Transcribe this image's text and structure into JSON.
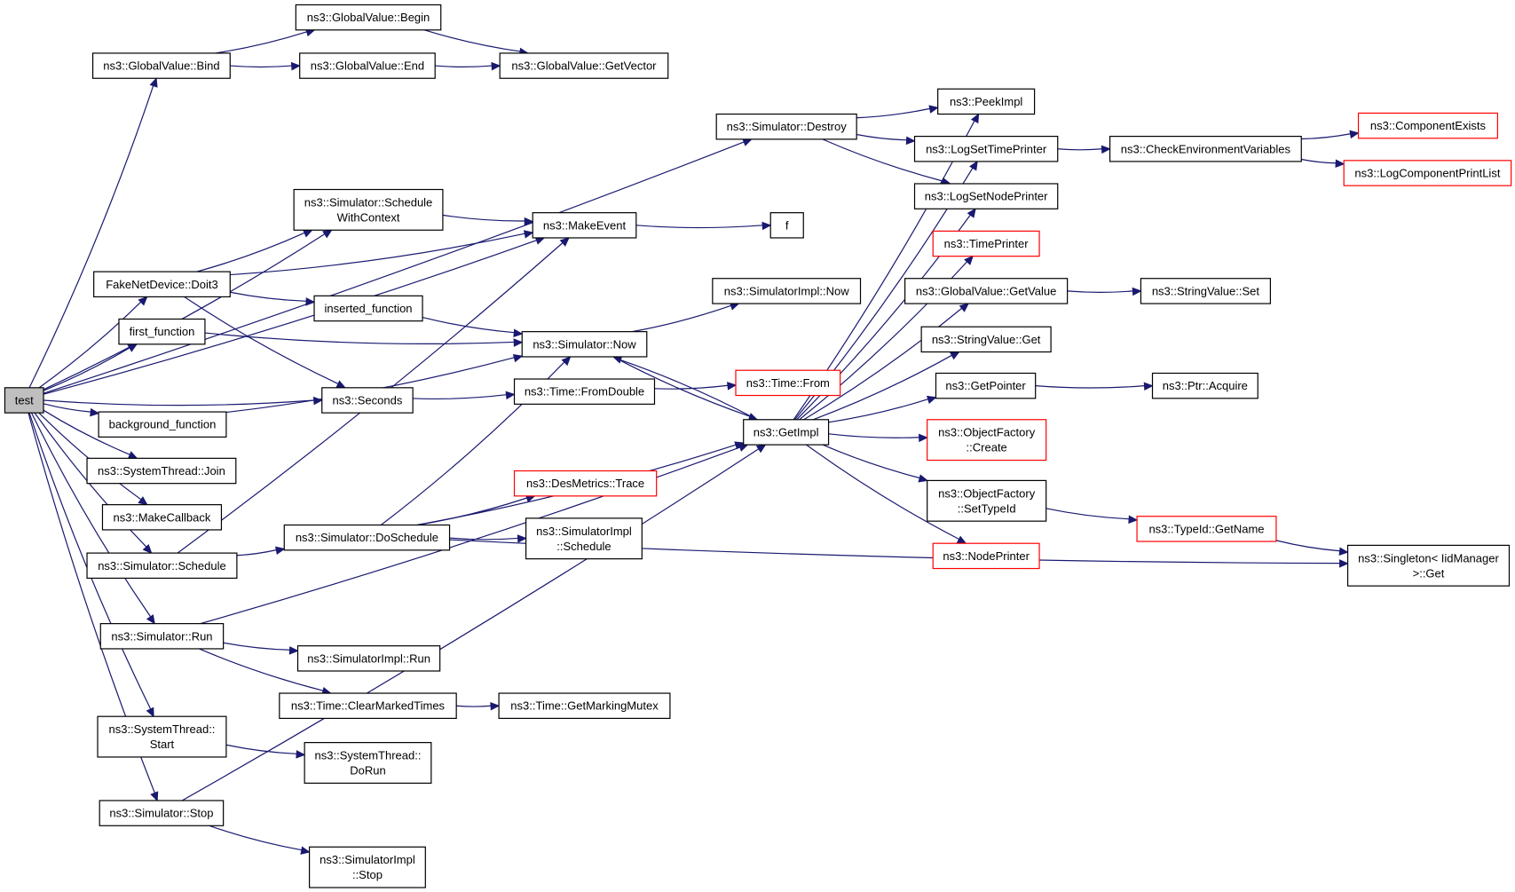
{
  "nodes": [
    {
      "id": "test",
      "lines": [
        "test"
      ],
      "root": true
    },
    {
      "id": "gv_bind",
      "lines": [
        "ns3::GlobalValue::Bind"
      ]
    },
    {
      "id": "gv_begin",
      "lines": [
        "ns3::GlobalValue::Begin"
      ]
    },
    {
      "id": "gv_end",
      "lines": [
        "ns3::GlobalValue::End"
      ]
    },
    {
      "id": "gv_getvector",
      "lines": [
        "ns3::GlobalValue::GetVector"
      ]
    },
    {
      "id": "sim_destroy",
      "lines": [
        "ns3::Simulator::Destroy"
      ]
    },
    {
      "id": "peekimpl",
      "lines": [
        "ns3::PeekImpl"
      ]
    },
    {
      "id": "logsettimeprinter",
      "lines": [
        "ns3::LogSetTimePrinter"
      ]
    },
    {
      "id": "checkenv",
      "lines": [
        "ns3::CheckEnvironmentVariables"
      ]
    },
    {
      "id": "compexists",
      "lines": [
        "ns3::ComponentExists"
      ],
      "red": true
    },
    {
      "id": "logcompprint",
      "lines": [
        "ns3::LogComponentPrintList"
      ],
      "red": true
    },
    {
      "id": "logsetnodeprinter",
      "lines": [
        "ns3::LogSetNodePrinter"
      ]
    },
    {
      "id": "sim_swc",
      "lines": [
        "ns3::Simulator::Schedule",
        "WithContext"
      ]
    },
    {
      "id": "makeevent",
      "lines": [
        "ns3::MakeEvent"
      ]
    },
    {
      "id": "f",
      "lines": [
        "f"
      ]
    },
    {
      "id": "timeprinter",
      "lines": [
        "ns3::TimePrinter"
      ],
      "red": true
    },
    {
      "id": "fake_doit3",
      "lines": [
        "FakeNetDevice::Doit3"
      ]
    },
    {
      "id": "gv_getvalue",
      "lines": [
        "ns3::GlobalValue::GetValue"
      ]
    },
    {
      "id": "stringvalue_set",
      "lines": [
        "ns3::StringValue::Set"
      ]
    },
    {
      "id": "simimpl_now",
      "lines": [
        "ns3::SimulatorImpl::Now"
      ]
    },
    {
      "id": "inserted_function",
      "lines": [
        "inserted_function"
      ]
    },
    {
      "id": "first_function",
      "lines": [
        "first_function"
      ]
    },
    {
      "id": "sim_now",
      "lines": [
        "ns3::Simulator::Now"
      ]
    },
    {
      "id": "stringvalue_get",
      "lines": [
        "ns3::StringValue::Get"
      ]
    },
    {
      "id": "time_from",
      "lines": [
        "ns3::Time::From"
      ],
      "red": true
    },
    {
      "id": "getpointer",
      "lines": [
        "ns3::GetPointer"
      ]
    },
    {
      "id": "ptr_acquire",
      "lines": [
        "ns3::Ptr::Acquire"
      ]
    },
    {
      "id": "seconds",
      "lines": [
        "ns3::Seconds"
      ]
    },
    {
      "id": "time_fromdouble",
      "lines": [
        "ns3::Time::FromDouble"
      ]
    },
    {
      "id": "getimpl",
      "lines": [
        "ns3::GetImpl"
      ]
    },
    {
      "id": "background_function",
      "lines": [
        "background_function"
      ]
    },
    {
      "id": "of_create",
      "lines": [
        "ns3::ObjectFactory",
        "::Create"
      ],
      "red": true
    },
    {
      "id": "systhread_join",
      "lines": [
        "ns3::SystemThread::Join"
      ]
    },
    {
      "id": "desmetrics_trace",
      "lines": [
        "ns3::DesMetrics::Trace"
      ],
      "red": true
    },
    {
      "id": "of_settypeid",
      "lines": [
        "ns3::ObjectFactory",
        "::SetTypeId"
      ]
    },
    {
      "id": "makecallback",
      "lines": [
        "ns3::MakeCallback"
      ]
    },
    {
      "id": "simimpl_schedule",
      "lines": [
        "ns3::SimulatorImpl",
        "::Schedule"
      ]
    },
    {
      "id": "typeid_getname",
      "lines": [
        "ns3::TypeId::GetName"
      ],
      "red": true
    },
    {
      "id": "sim_doschedule",
      "lines": [
        "ns3::Simulator::DoSchedule"
      ]
    },
    {
      "id": "sim_schedule",
      "lines": [
        "ns3::Simulator::Schedule"
      ]
    },
    {
      "id": "nodeprinter",
      "lines": [
        "ns3::NodePrinter"
      ],
      "red": true
    },
    {
      "id": "singleton_get",
      "lines": [
        "ns3::Singleton< IidManager",
        ">::Get"
      ]
    },
    {
      "id": "sim_run",
      "lines": [
        "ns3::Simulator::Run"
      ]
    },
    {
      "id": "simimpl_run",
      "lines": [
        "ns3::SimulatorImpl::Run"
      ]
    },
    {
      "id": "time_clearmarked",
      "lines": [
        "ns3::Time::ClearMarkedTimes"
      ]
    },
    {
      "id": "time_getmarkingmutex",
      "lines": [
        "ns3::Time::GetMarkingMutex"
      ]
    },
    {
      "id": "systhread_start",
      "lines": [
        "ns3::SystemThread::",
        "Start"
      ]
    },
    {
      "id": "systhread_dorun",
      "lines": [
        "ns3::SystemThread::",
        "DoRun"
      ]
    },
    {
      "id": "sim_stop",
      "lines": [
        "ns3::Simulator::Stop"
      ]
    },
    {
      "id": "simimpl_stop",
      "lines": [
        "ns3::SimulatorImpl",
        "::Stop"
      ]
    }
  ],
  "edges": [
    [
      "test",
      "gv_bind"
    ],
    [
      "test",
      "sim_destroy"
    ],
    [
      "test",
      "makeevent"
    ],
    [
      "test",
      "sim_swc"
    ],
    [
      "test",
      "fake_doit3"
    ],
    [
      "test",
      "first_function"
    ],
    [
      "test",
      "seconds"
    ],
    [
      "test",
      "background_function"
    ],
    [
      "test",
      "systhread_join"
    ],
    [
      "test",
      "makecallback"
    ],
    [
      "test",
      "sim_schedule"
    ],
    [
      "test",
      "sim_run"
    ],
    [
      "test",
      "systhread_start"
    ],
    [
      "test",
      "sim_stop"
    ],
    [
      "gv_bind",
      "gv_begin"
    ],
    [
      "gv_bind",
      "gv_end"
    ],
    [
      "gv_begin",
      "gv_getvector"
    ],
    [
      "gv_end",
      "gv_getvector"
    ],
    [
      "sim_destroy",
      "peekimpl"
    ],
    [
      "sim_destroy",
      "logsettimeprinter"
    ],
    [
      "sim_destroy",
      "logsetnodeprinter"
    ],
    [
      "logsettimeprinter",
      "checkenv"
    ],
    [
      "checkenv",
      "compexists"
    ],
    [
      "checkenv",
      "logcompprint"
    ],
    [
      "sim_swc",
      "makeevent"
    ],
    [
      "makeevent",
      "f"
    ],
    [
      "fake_doit3",
      "sim_swc"
    ],
    [
      "fake_doit3",
      "makeevent"
    ],
    [
      "fake_doit3",
      "inserted_function"
    ],
    [
      "fake_doit3",
      "seconds"
    ],
    [
      "inserted_function",
      "sim_now"
    ],
    [
      "first_function",
      "sim_now"
    ],
    [
      "sim_now",
      "simimpl_now"
    ],
    [
      "sim_now",
      "getimpl"
    ],
    [
      "seconds",
      "time_fromdouble"
    ],
    [
      "time_fromdouble",
      "time_from"
    ],
    [
      "background_function",
      "sim_now"
    ],
    [
      "sim_schedule",
      "makeevent"
    ],
    [
      "sim_schedule",
      "sim_doschedule"
    ],
    [
      "sim_doschedule",
      "getimpl"
    ],
    [
      "sim_doschedule",
      "sim_now"
    ],
    [
      "sim_doschedule",
      "desmetrics_trace"
    ],
    [
      "sim_doschedule",
      "simimpl_schedule"
    ],
    [
      "sim_doschedule",
      "singleton_get"
    ],
    [
      "getimpl",
      "peekimpl"
    ],
    [
      "getimpl",
      "logsettimeprinter"
    ],
    [
      "getimpl",
      "logsetnodeprinter"
    ],
    [
      "getimpl",
      "timeprinter"
    ],
    [
      "getimpl",
      "gv_getvalue"
    ],
    [
      "getimpl",
      "stringvalue_get"
    ],
    [
      "getimpl",
      "getpointer"
    ],
    [
      "getimpl",
      "of_create"
    ],
    [
      "getimpl",
      "of_settypeid"
    ],
    [
      "getimpl",
      "nodeprinter"
    ],
    [
      "getimpl",
      "sim_now"
    ],
    [
      "gv_getvalue",
      "stringvalue_set"
    ],
    [
      "getpointer",
      "ptr_acquire"
    ],
    [
      "of_settypeid",
      "typeid_getname"
    ],
    [
      "typeid_getname",
      "singleton_get"
    ],
    [
      "sim_run",
      "getimpl"
    ],
    [
      "sim_run",
      "simimpl_run"
    ],
    [
      "sim_run",
      "time_clearmarked"
    ],
    [
      "time_clearmarked",
      "time_getmarkingmutex"
    ],
    [
      "systhread_start",
      "systhread_dorun"
    ],
    [
      "sim_stop",
      "getimpl"
    ],
    [
      "sim_stop",
      "simimpl_stop"
    ]
  ]
}
